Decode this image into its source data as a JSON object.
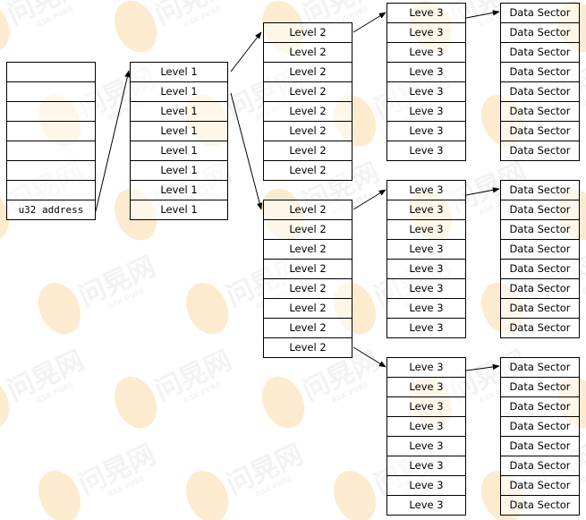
{
  "address_table": {
    "rows": [
      "",
      "",
      "",
      "",
      "",
      "",
      "",
      "u32 address"
    ]
  },
  "level1": {
    "label": "Level 1",
    "rows": 8
  },
  "level2_tables": [
    {
      "label": "Level 2",
      "rows": 8
    },
    {
      "label": "Level 2",
      "rows": 8
    }
  ],
  "level3_tables": [
    {
      "label": "Leve 3",
      "rows": 8
    },
    {
      "label": "Leve 3",
      "rows": 8
    },
    {
      "label": "Leve 3",
      "rows": 8
    }
  ],
  "data_tables": [
    {
      "label": "Data Sector",
      "rows": 8
    },
    {
      "label": "Data Sector",
      "rows": 8
    },
    {
      "label": "Data Sector",
      "rows": 8
    }
  ],
  "watermark": {
    "text": "问晃网",
    "subtext": "ASK PURE",
    "colors": {
      "orange": "#f5a623",
      "gray": "#c8c8c8"
    }
  }
}
